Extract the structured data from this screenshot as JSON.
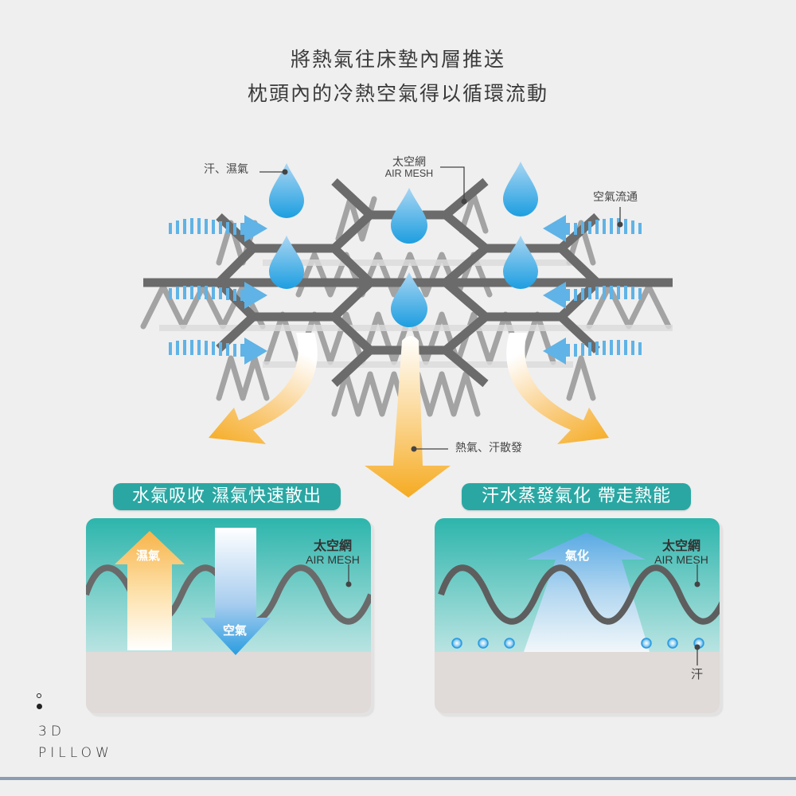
{
  "headline": {
    "line1": "將熱氣往床墊內層推送",
    "line2": "枕頭內的冷熱空氣得以循環流動"
  },
  "top_diagram": {
    "labels": {
      "sweat_moisture": "汗、濕氣",
      "mesh_zh": "太空網",
      "mesh_en": "AIR MESH",
      "airflow": "空氣流通",
      "heat_sweat_dissipate": "熱氣、汗散發"
    },
    "icons": [
      "water-drop-icon",
      "airflow-arrow-icon",
      "heat-arrow-icon"
    ],
    "colors": {
      "mesh": "#6b6b6b",
      "mesh_light": "#9a9a9a",
      "water": "#29a3e0",
      "air": "#5fb3e6",
      "heat": "#f5ad2a"
    }
  },
  "panels": [
    {
      "title": "水氣吸收 濕氣快速散出",
      "arrow_up_label": "濕氣",
      "arrow_down_label": "空氣",
      "mesh_zh": "太空網",
      "mesh_en": "AIR MESH"
    },
    {
      "title": "汗水蒸發氣化 帶走熱能",
      "arrow_up_label": "氣化",
      "mesh_zh": "太空網",
      "mesh_en": "AIR MESH",
      "sweat_label": "汗"
    }
  ],
  "colors": {
    "pill_bg": "#2aa7a3",
    "panel_top": "#2cb5ac",
    "panel_ground": "#e0dad8",
    "bottom_bar": "#8a9db2"
  },
  "pager": {
    "total": 2,
    "active": 2
  },
  "brand": {
    "line1": "3D",
    "line2": "PILLOW"
  }
}
